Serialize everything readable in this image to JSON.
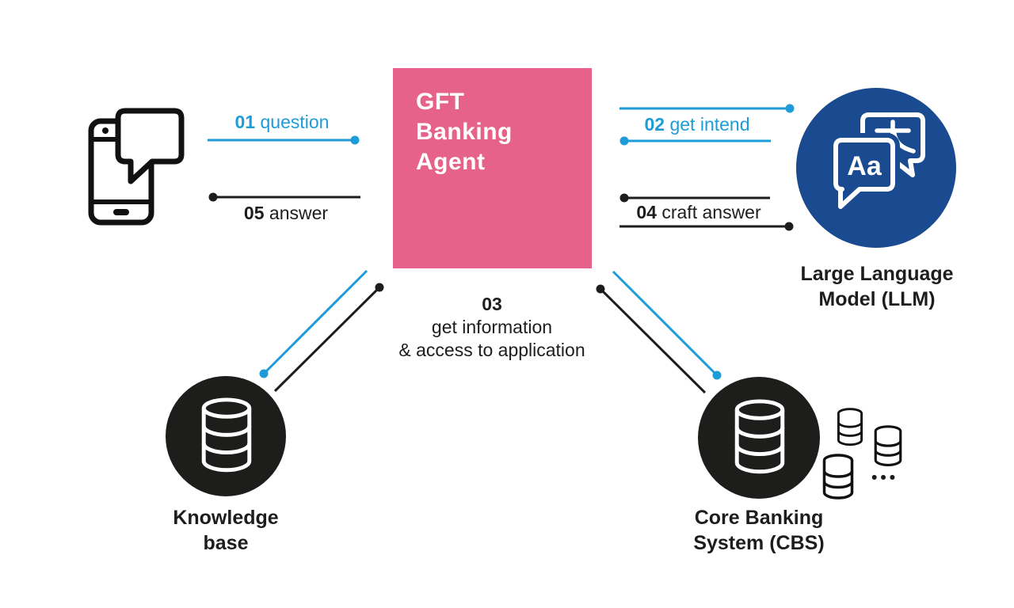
{
  "colors": {
    "agent_pink": "#e7628b",
    "llm_navy": "#1a4a8f",
    "flow_blue": "#1e9cd7",
    "ink_black": "#1d1d1b",
    "background": "#ffffff"
  },
  "nodes": {
    "agent": {
      "line1": "GFT",
      "line2": "Banking",
      "line3": "Agent"
    },
    "user_device": {
      "icon": "phone-chat-icon"
    },
    "llm": {
      "line1": "Large Language",
      "line2": "Model (LLM)",
      "icon": "translate-icon",
      "icon_label": "Aa"
    },
    "knowledge_base": {
      "line1": "Knowledge",
      "line2": "base",
      "icon": "database-icon"
    },
    "core_banking": {
      "line1": "Core Banking",
      "line2": "System (CBS)",
      "icon": "database-icon",
      "extra_icons": "database-icon x3",
      "ellipsis": "•••"
    }
  },
  "flows": {
    "f01": {
      "num": "01",
      "label": "question"
    },
    "f02": {
      "num": "02",
      "label": "get intend"
    },
    "f03": {
      "num": "03",
      "line1": "get information",
      "line2": "& access to application"
    },
    "f04": {
      "num": "04",
      "label": "craft answer"
    },
    "f05": {
      "num": "05",
      "label": "answer"
    }
  }
}
